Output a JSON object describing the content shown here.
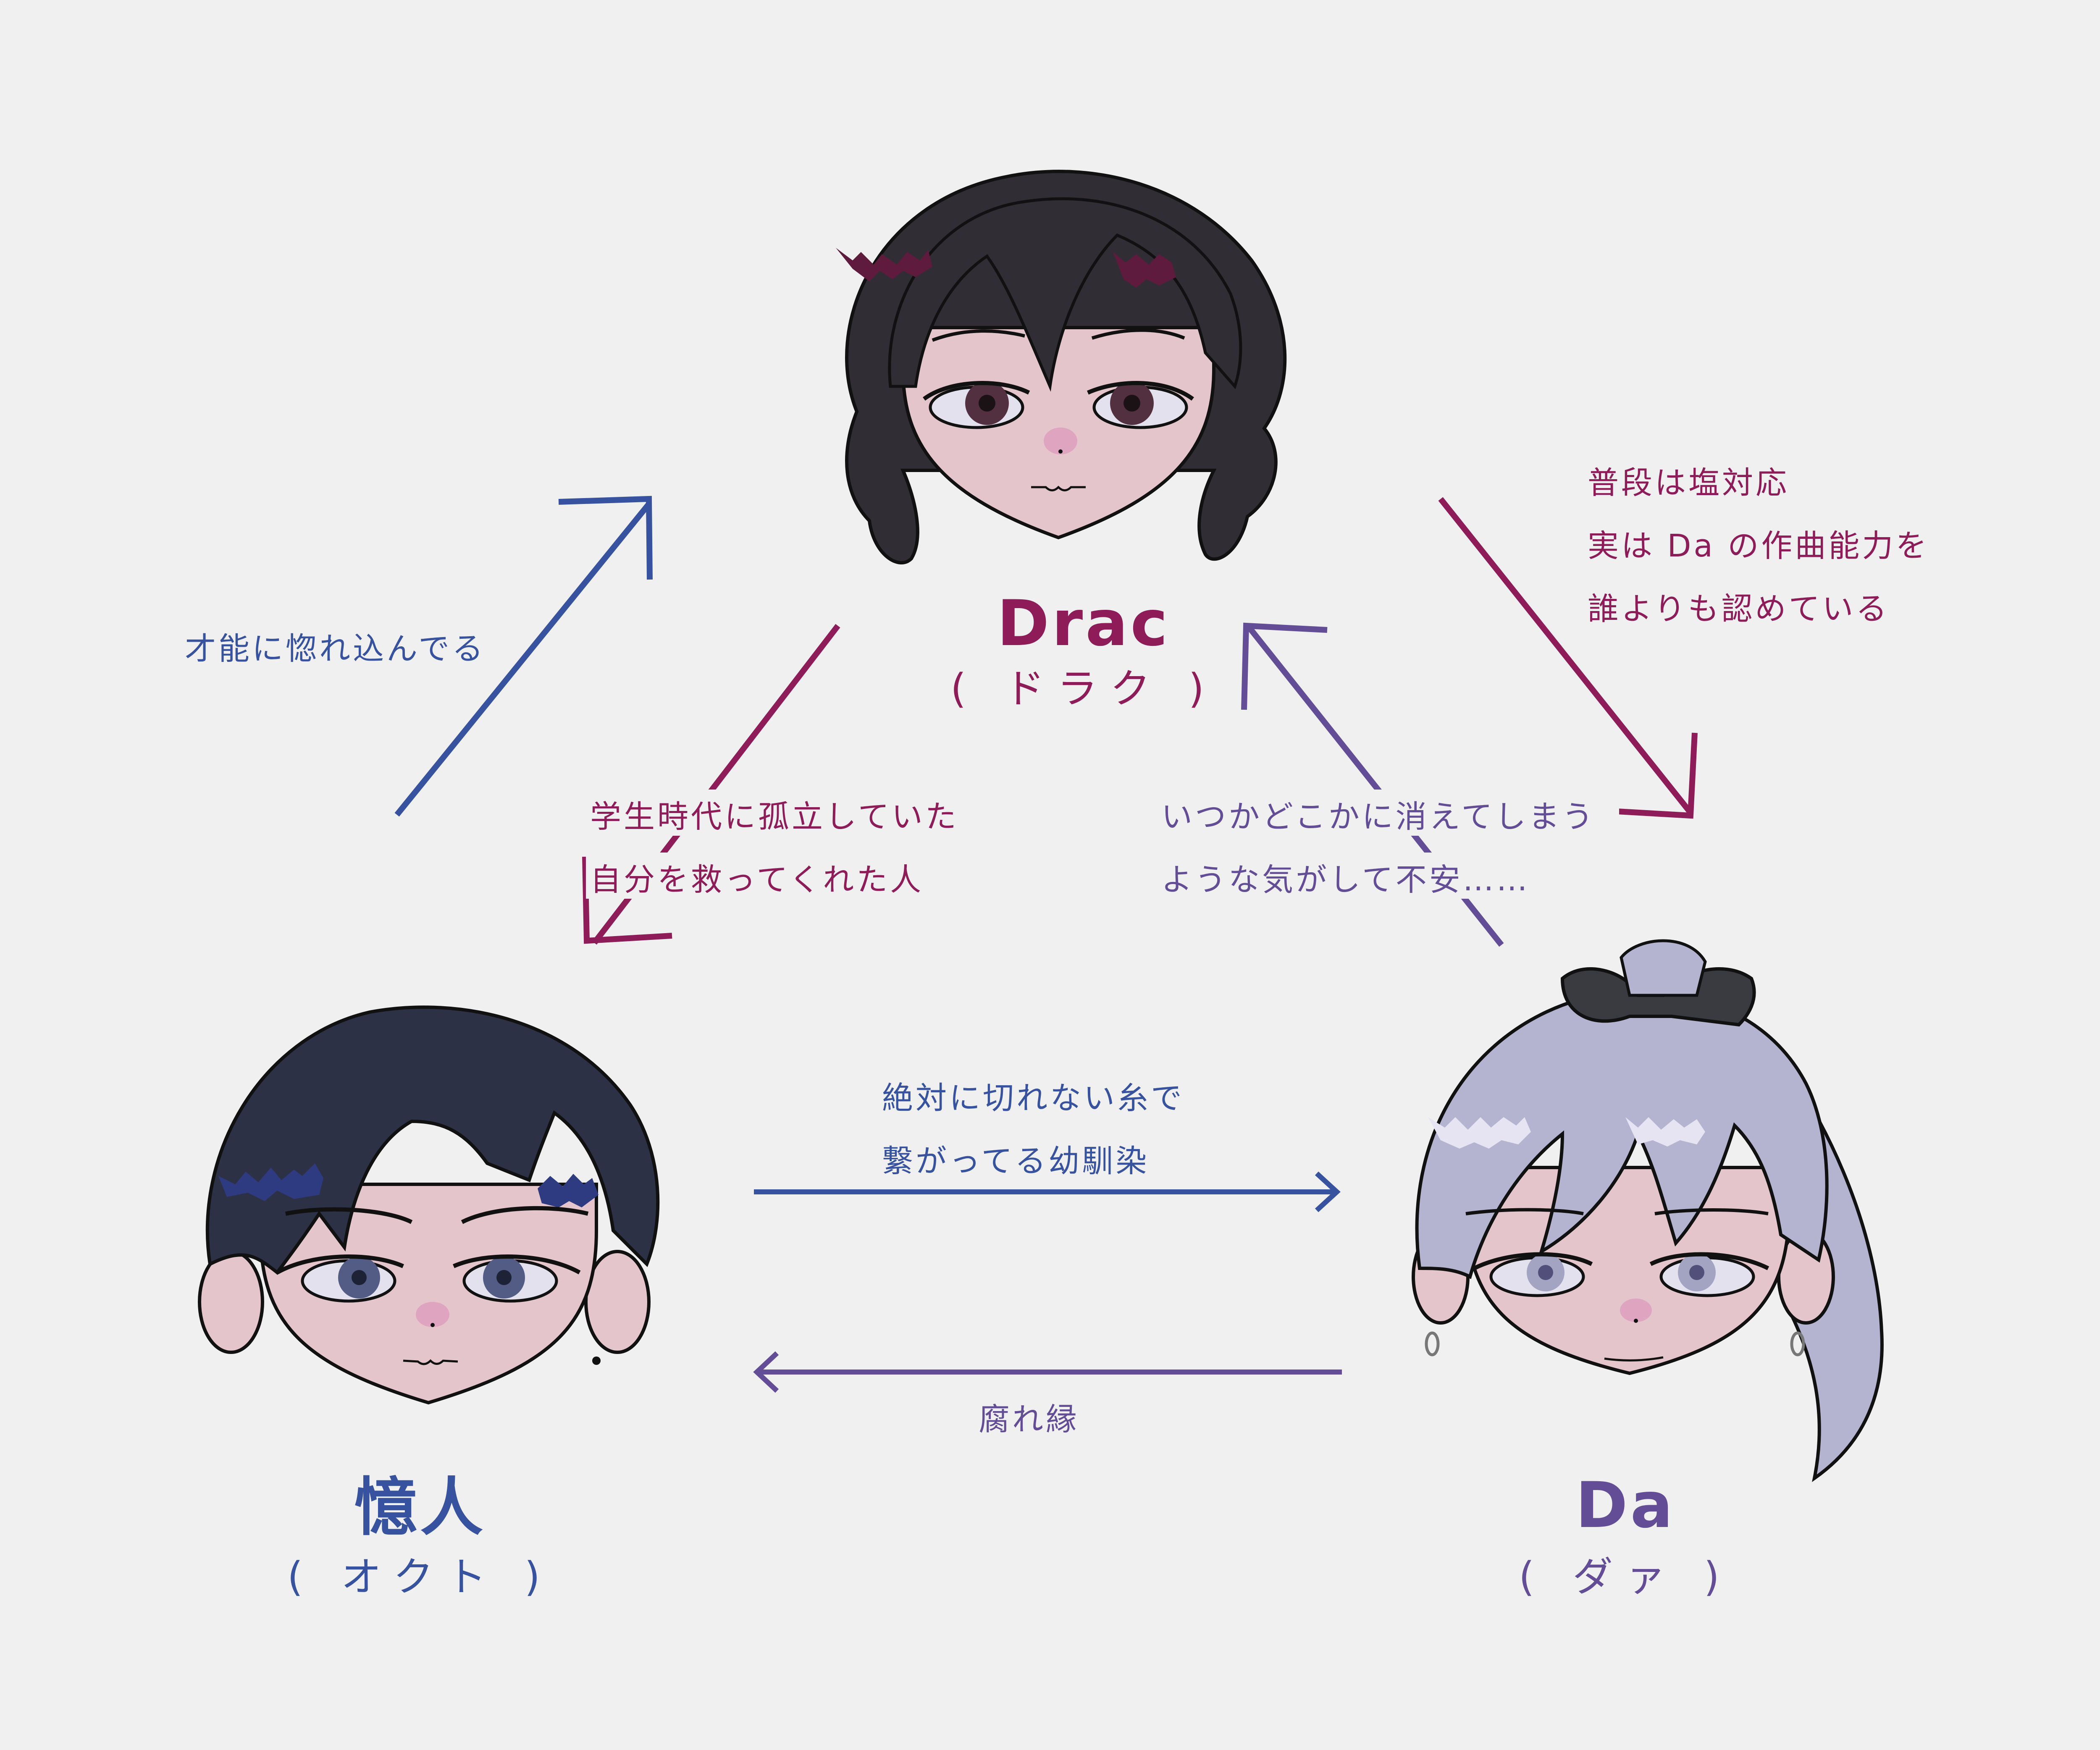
{
  "colors": {
    "background": "#eff0ef",
    "drac": "#8e1c58",
    "octo": "#37529f",
    "da": "#634d97",
    "skin": "#e4c5cb",
    "blush_nose": "#dfa4bf",
    "drac_hair": "#302d35",
    "drac_highlight": "#5e1b3e",
    "octo_hair": "#2d3145",
    "octo_highlight": "#2e3b80",
    "da_hair": "#b4b3d0",
    "da_highlight": "#e6e4f2",
    "da_ribbon": "#3a3b40"
  },
  "characters": {
    "drac": {
      "name": "Drac",
      "reading": "( ドラク )",
      "icon": "chibi-face-black-wavy-hair"
    },
    "octo": {
      "name": "憶人",
      "reading": "( オクト )",
      "icon": "chibi-face-navy-short-hair"
    },
    "da": {
      "name": "Da",
      "reading": "( ダァ )",
      "icon": "chibi-face-lavender-ponytail-ribbon"
    }
  },
  "relations": {
    "octo_to_drac": {
      "from": "憶人",
      "to": "Drac",
      "lines": [
        "才能に惚れ込んでる"
      ]
    },
    "drac_to_octo": {
      "from": "Drac",
      "to": "憶人",
      "lines": [
        "学生時代に孤立していた",
        "自分を救ってくれた人"
      ]
    },
    "drac_to_da": {
      "from": "Drac",
      "to": "Da",
      "lines": [
        "普段は塩対応",
        "実は Da の作曲能力を",
        "誰よりも認めている"
      ]
    },
    "da_to_drac": {
      "from": "Da",
      "to": "Drac",
      "lines": [
        "いつかどこかに消えてしまう",
        "ような気がして不安……"
      ]
    },
    "octo_to_da": {
      "from": "憶人",
      "to": "Da",
      "lines": [
        "絶対に切れない糸で",
        "繋がってる幼馴染"
      ]
    },
    "da_to_octo": {
      "from": "Da",
      "to": "憶人",
      "lines": [
        "腐れ縁"
      ]
    }
  }
}
